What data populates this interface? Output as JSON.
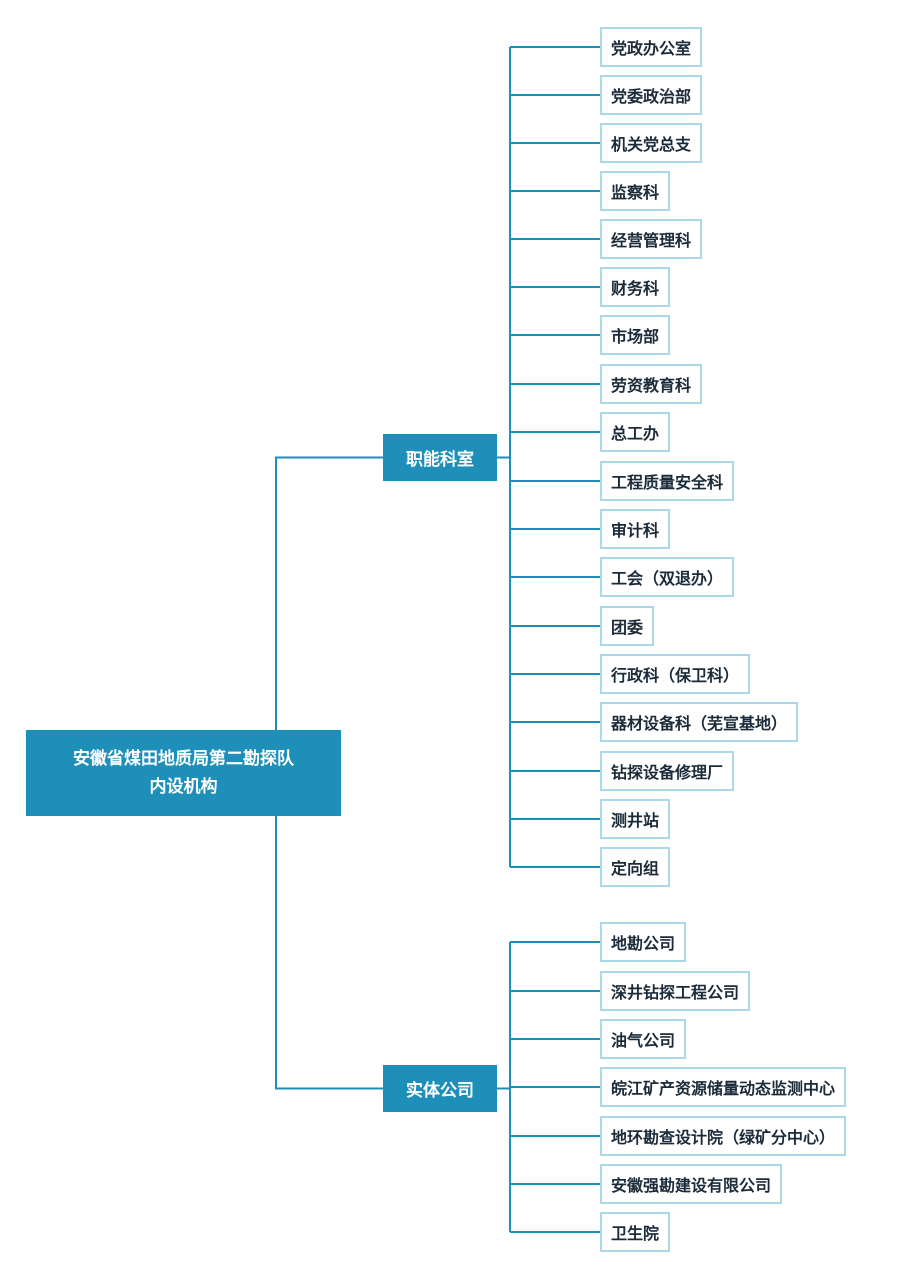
{
  "root": {
    "label": "安徽省煤田地质局第二勘探队\n内设机构"
  },
  "groups": [
    {
      "label": "职能科室",
      "items": [
        "党政办公室",
        "党委政治部",
        "机关党总支",
        "监察科",
        "经营管理科",
        "财务科",
        "市场部",
        "劳资教育科",
        "总工办",
        "工程质量安全科",
        "审计科",
        "工会（双退办）",
        "团委",
        "行政科（保卫科）",
        "器材设备科（芜宣基地）",
        "钻探设备修理厂",
        "测井站",
        "定向组"
      ]
    },
    {
      "label": "实体公司",
      "items": [
        "地勘公司",
        "深井钻探工程公司",
        "油气公司",
        "皖江矿产资源储量动态监测中心",
        "地环勘查设计院（绿矿分中心）",
        "安徽强勘建设有限公司",
        "卫生院"
      ]
    }
  ],
  "colors": {
    "node_fill": "#1d8fb8",
    "leaf_border": "#a9d9ea",
    "connector": "#1d8fb8",
    "leaf_text": "#1b2b3a"
  }
}
